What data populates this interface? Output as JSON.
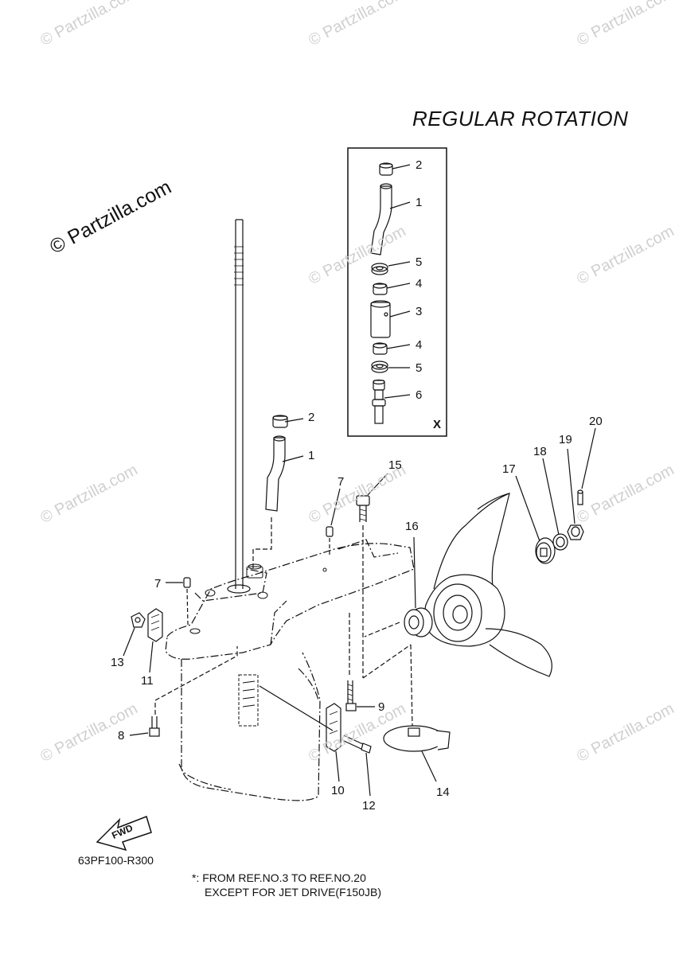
{
  "title": "REGULAR ROTATION",
  "watermark": "© Partzilla.com",
  "watermark_main": "© Partzilla.com",
  "diagram_code": "63PF100-R300",
  "fwd_label": "FWD",
  "box_marker": "X",
  "footnote": {
    "line1": "*: FROM REF.NO.3 TO REF.NO.20",
    "line2": "EXCEPT FOR JET DRIVE(F150JB)"
  },
  "callouts": {
    "box_2": "2",
    "box_1": "1",
    "box_5a": "5",
    "box_4a": "4",
    "box_3": "3",
    "box_4b": "4",
    "box_5b": "5",
    "box_6": "6",
    "c2": "2",
    "c1": "1",
    "c7a": "7",
    "c15": "15",
    "c16": "16",
    "c17": "17",
    "c18": "18",
    "c19": "19",
    "c20": "20",
    "c7b": "7",
    "c13": "13",
    "c11": "11",
    "c9": "9",
    "c8": "8",
    "c10": "10",
    "c12": "12",
    "c14": "14"
  },
  "colors": {
    "ink": "#111111",
    "watermark": "#d0d0d0"
  }
}
